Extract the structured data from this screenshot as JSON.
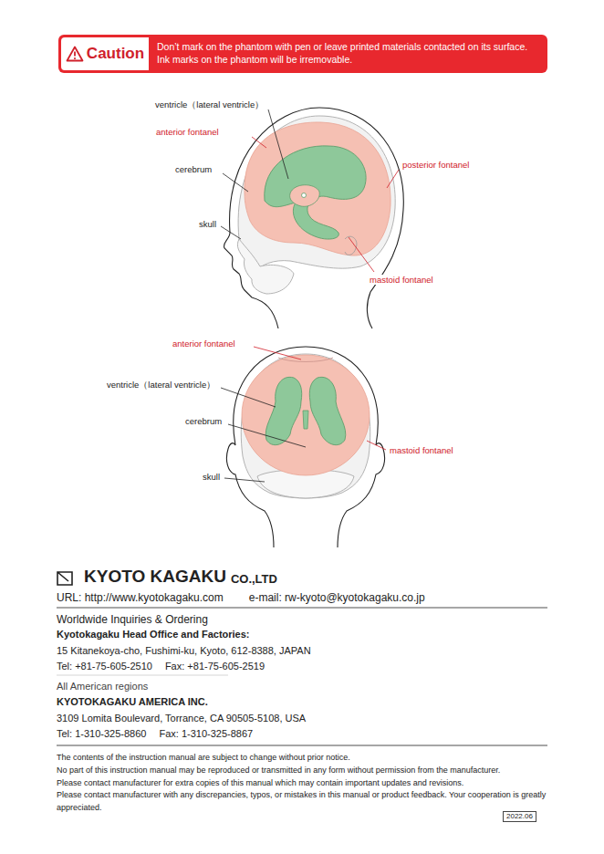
{
  "diagram": {
    "nodes": [
      {
        "text": [
          "Caution",
          "Don’t mark on the phantom with pen or leave printed materials contacted on its surface. Ink marks on the phantom will be irremovable."
        ]
      }
    ],
    "labels": [
      "ventricle（lateral ventricle）",
      "anterior fontanel",
      "cerebrum",
      "skull",
      "posterior fontanel",
      "mastoid fontanel",
      "anterior fontanel",
      "ventricle（lateral ventricle）",
      "cerebrum",
      "mastoid fontanel",
      "skull",
      "KYOTO KAGAKU",
      "CO.,LTD",
      "URL: http://www.kyotokagaku.com",
      "e-mail: rw-kyoto@kyotokagaku.co.jp",
      "Worldwide Inquiries & Ordering",
      "Kyotokagaku Head Office and Factories:",
      "15 Kitanekoya-cho, Fushimi-ku, Kyoto, 612-8388, JAPAN",
      "Tel: +81-75-605-2510",
      "Fax: +81-75-605-2519",
      "All American regions",
      "KYOTOKAGAKU AMERICA INC.",
      "3109 Lomita Boulevard, Torrance, CA 90505-5108, USA",
      "Tel: 1-310-325-8860",
      "Fax: 1-310-325-8867",
      "The contents of the instruction manual are subject to change without prior notice.",
      "No part of this instruction manual may be reproduced or transmitted in any form without permission from the manufacturer.",
      "Please contact manufacturer for extra copies of this manual which may contain important updates and revisions.",
      "Please contact manufacturer with any discrepancies, typos, or mistakes in this manual or product feedback. Your cooperation is greatly appreciated.",
      "2022.06"
    ]
  }
}
